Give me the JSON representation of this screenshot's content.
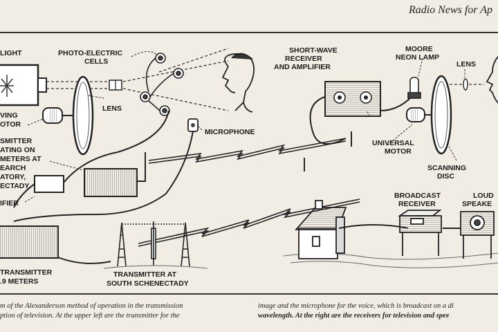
{
  "page_header": {
    "running_head": "Radio News for Ap"
  },
  "labels": {
    "light": "LIGHT",
    "photo_cells_1": "PHOTO-ELECTRIC",
    "photo_cells_2": "CELLS",
    "lens_left": "LENS",
    "driving_motor_1": "VING",
    "driving_motor_2": "OTOR",
    "transmitter_1": "SMITTER",
    "transmitter_2": "ATING ON",
    "transmitter_3": "METERS AT",
    "transmitter_4": "EARCH",
    "transmitter_5": "ATORY,",
    "transmitter_6": "ECTADY",
    "amplifier": "IFIER",
    "microphone": "MICROPHONE",
    "sw_receiver_1": "SHORT-WAVE",
    "sw_receiver_2": "RECEIVER",
    "sw_receiver_3": "AND AMPLIFIER",
    "moore_1": "MOORE",
    "moore_2": "NEON LAMP",
    "lens_right": "LENS",
    "universal_1": "UNIVERSAL",
    "universal_2": "MOTOR",
    "scanning_1": "SCANNING",
    "scanning_2": "DISC",
    "broadcast_1": "BROADCAST",
    "broadcast_2": "RECEIVER",
    "loud_1": "LOUD",
    "loud_2": "SPEAKE",
    "transmitter_low_1": "TRANSMITTER",
    "transmitter_low_2": ".9 METERS",
    "south_1": "TRANSMITTER AT",
    "south_2": "SOUTH SCHENECTADY"
  },
  "caption": {
    "left_line_1": "m of the Alexanderson method of operation in the transmission",
    "left_line_2": "ption of television.  At the upper left are the transmitter for the",
    "right_line_1": "image and the microphone for the voice, which is broadcast on a di",
    "right_line_2": "wavelength.  At the right are the receivers for television and spee"
  }
}
